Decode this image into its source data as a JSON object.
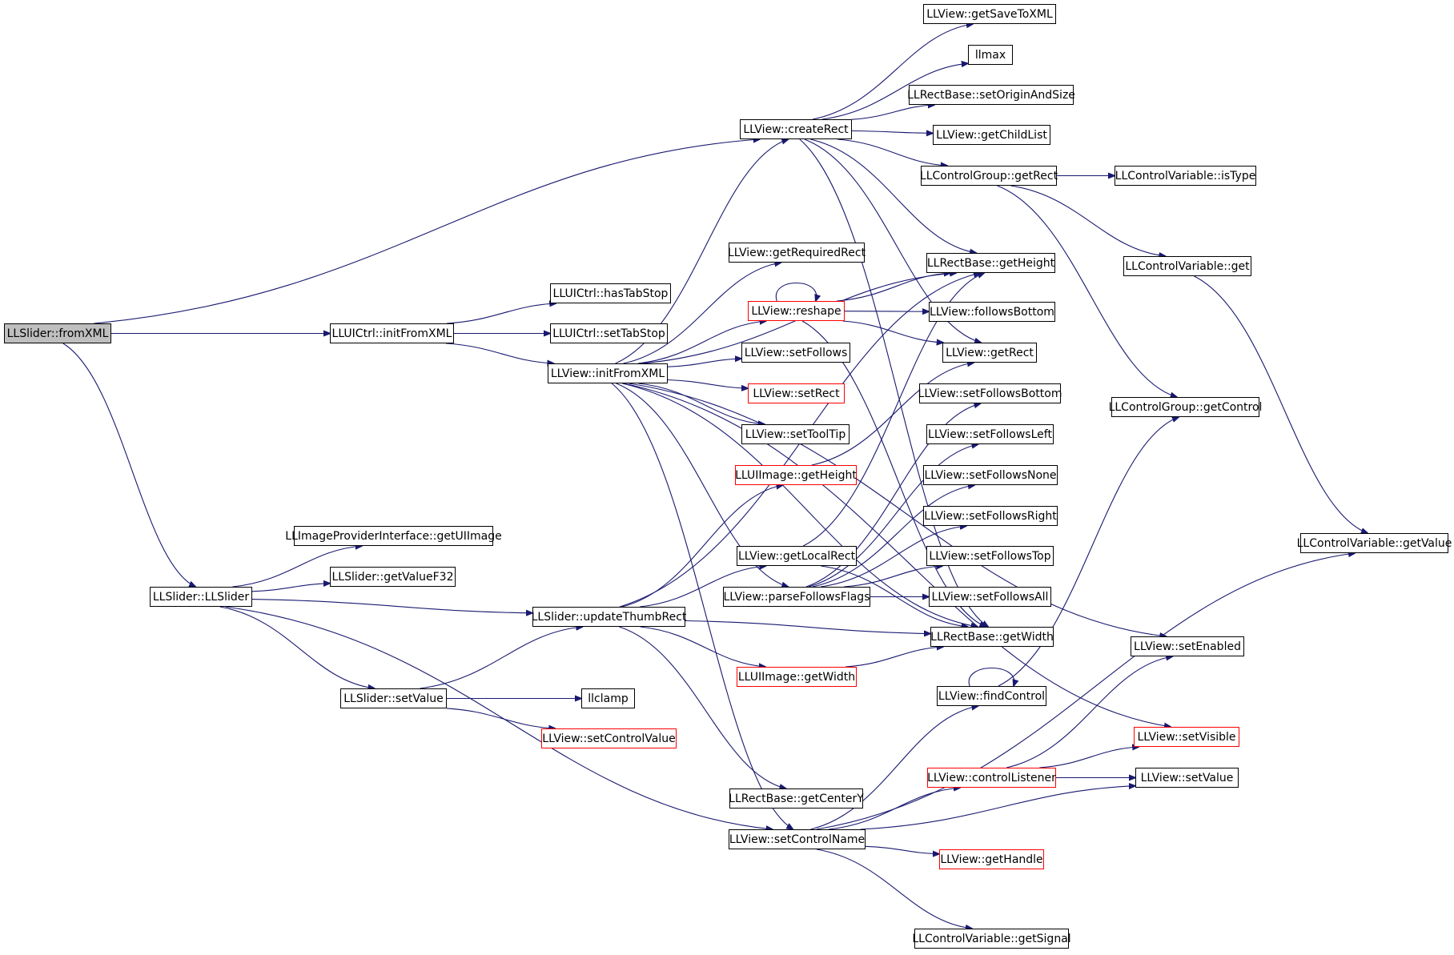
{
  "colors": {
    "edge": "#191970",
    "node_border": "#000000",
    "truncated_border": "#ff0000",
    "root_fill": "#bfbfbf"
  },
  "nodes": [
    {
      "id": "fromXML",
      "label": "LLSlider::fromXML",
      "root": true
    },
    {
      "id": "initFromXML_ui",
      "label": "LLUICtrl::initFromXML"
    },
    {
      "id": "hasTabStop",
      "label": "LLUICtrl::hasTabStop"
    },
    {
      "id": "setTabStop",
      "label": "LLUICtrl::setTabStop"
    },
    {
      "id": "initFromXML_view",
      "label": "LLView::initFromXML"
    },
    {
      "id": "createRect",
      "label": "LLView::createRect"
    },
    {
      "id": "getSaveToXML",
      "label": "LLView::getSaveToXML"
    },
    {
      "id": "llmax",
      "label": "llmax"
    },
    {
      "id": "setOriginAndSize",
      "label": "LLRectBase::setOriginAndSize"
    },
    {
      "id": "getChildList",
      "label": "LLView::getChildList"
    },
    {
      "id": "cgGetRect",
      "label": "LLControlGroup::getRect"
    },
    {
      "id": "isType",
      "label": "LLControlVariable::isType"
    },
    {
      "id": "cvGet",
      "label": "LLControlVariable::get"
    },
    {
      "id": "getRequiredRect",
      "label": "LLView::getRequiredRect"
    },
    {
      "id": "rbGetHeight",
      "label": "LLRectBase::getHeight"
    },
    {
      "id": "reshape",
      "label": "LLView::reshape",
      "red": true
    },
    {
      "id": "followsBottom",
      "label": "LLView::followsBottom"
    },
    {
      "id": "setFollows",
      "label": "LLView::setFollows"
    },
    {
      "id": "viewGetRect",
      "label": "LLView::getRect"
    },
    {
      "id": "setRect",
      "label": "LLView::setRect",
      "red": true
    },
    {
      "id": "setFollowsBottom",
      "label": "LLView::setFollowsBottom"
    },
    {
      "id": "getControl",
      "label": "LLControlGroup::getControl"
    },
    {
      "id": "setToolTip",
      "label": "LLView::setToolTip"
    },
    {
      "id": "setFollowsLeft",
      "label": "LLView::setFollowsLeft"
    },
    {
      "id": "imgGetHeight",
      "label": "LLUIImage::getHeight",
      "red": true
    },
    {
      "id": "setFollowsNone",
      "label": "LLView::setFollowsNone"
    },
    {
      "id": "setFollowsRight",
      "label": "LLView::setFollowsRight"
    },
    {
      "id": "getUIImage",
      "label": "LLImageProviderInterface::getUIImage"
    },
    {
      "id": "getValueF32",
      "label": "LLSlider::getValueF32"
    },
    {
      "id": "getLocalRect",
      "label": "LLView::getLocalRect"
    },
    {
      "id": "setFollowsTop",
      "label": "LLView::setFollowsTop"
    },
    {
      "id": "cvGetValue",
      "label": "LLControlVariable::getValue"
    },
    {
      "id": "ctor",
      "label": "LLSlider::LLSlider"
    },
    {
      "id": "parseFollowsFlags",
      "label": "LLView::parseFollowsFlags"
    },
    {
      "id": "setFollowsAll",
      "label": "LLView::setFollowsAll"
    },
    {
      "id": "updateThumbRect",
      "label": "LLSlider::updateThumbRect"
    },
    {
      "id": "rbGetWidth",
      "label": "LLRectBase::getWidth"
    },
    {
      "id": "setEnabled",
      "label": "LLView::setEnabled"
    },
    {
      "id": "imgGetWidth",
      "label": "LLUIImage::getWidth",
      "red": true
    },
    {
      "id": "sliderSetValue",
      "label": "LLSlider::setValue"
    },
    {
      "id": "llclamp",
      "label": "llclamp"
    },
    {
      "id": "findControl",
      "label": "LLView::findControl"
    },
    {
      "id": "setControlValue",
      "label": "LLView::setControlValue",
      "red": true
    },
    {
      "id": "setVisible",
      "label": "LLView::setVisible",
      "red": true
    },
    {
      "id": "controlListener",
      "label": "LLView::controlListener",
      "red": true
    },
    {
      "id": "viewSetValue",
      "label": "LLView::setValue"
    },
    {
      "id": "getCenterY",
      "label": "LLRectBase::getCenterY"
    },
    {
      "id": "setControlName",
      "label": "LLView::setControlName"
    },
    {
      "id": "getHandle",
      "label": "LLView::getHandle",
      "red": true
    },
    {
      "id": "getSignal",
      "label": "LLControlVariable::getSignal"
    }
  ],
  "edges": [
    [
      "fromXML",
      "createRect"
    ],
    [
      "fromXML",
      "initFromXML_ui"
    ],
    [
      "fromXML",
      "ctor"
    ],
    [
      "initFromXML_ui",
      "hasTabStop"
    ],
    [
      "initFromXML_ui",
      "setTabStop"
    ],
    [
      "initFromXML_ui",
      "initFromXML_view"
    ],
    [
      "createRect",
      "getSaveToXML"
    ],
    [
      "createRect",
      "llmax"
    ],
    [
      "createRect",
      "setOriginAndSize"
    ],
    [
      "createRect",
      "getChildList"
    ],
    [
      "createRect",
      "cgGetRect"
    ],
    [
      "createRect",
      "rbGetHeight"
    ],
    [
      "createRect",
      "viewGetRect"
    ],
    [
      "createRect",
      "rbGetWidth"
    ],
    [
      "cgGetRect",
      "isType"
    ],
    [
      "cgGetRect",
      "cvGet"
    ],
    [
      "cgGetRect",
      "getControl"
    ],
    [
      "cvGet",
      "cvGetValue"
    ],
    [
      "initFromXML_view",
      "createRect"
    ],
    [
      "initFromXML_view",
      "getRequiredRect"
    ],
    [
      "initFromXML_view",
      "rbGetHeight"
    ],
    [
      "initFromXML_view",
      "reshape"
    ],
    [
      "initFromXML_view",
      "setFollows"
    ],
    [
      "initFromXML_view",
      "setRect"
    ],
    [
      "initFromXML_view",
      "setToolTip"
    ],
    [
      "initFromXML_view",
      "parseFollowsFlags"
    ],
    [
      "initFromXML_view",
      "setEnabled"
    ],
    [
      "initFromXML_view",
      "rbGetWidth"
    ],
    [
      "initFromXML_view",
      "setVisible"
    ],
    [
      "initFromXML_view",
      "setControlName"
    ],
    [
      "reshape",
      "reshape"
    ],
    [
      "reshape",
      "rbGetHeight"
    ],
    [
      "reshape",
      "followsBottom"
    ],
    [
      "reshape",
      "viewGetRect"
    ],
    [
      "reshape",
      "rbGetWidth"
    ],
    [
      "parseFollowsFlags",
      "setFollowsBottom"
    ],
    [
      "parseFollowsFlags",
      "setFollowsLeft"
    ],
    [
      "parseFollowsFlags",
      "setFollowsNone"
    ],
    [
      "parseFollowsFlags",
      "setFollowsRight"
    ],
    [
      "parseFollowsFlags",
      "setFollowsTop"
    ],
    [
      "parseFollowsFlags",
      "setFollowsAll"
    ],
    [
      "getLocalRect",
      "rbGetHeight"
    ],
    [
      "getLocalRect",
      "rbGetWidth"
    ],
    [
      "imgGetHeight",
      "viewGetRect"
    ],
    [
      "imgGetWidth",
      "rbGetWidth"
    ],
    [
      "ctor",
      "getUIImage"
    ],
    [
      "ctor",
      "getValueF32"
    ],
    [
      "ctor",
      "updateThumbRect"
    ],
    [
      "ctor",
      "sliderSetValue"
    ],
    [
      "ctor",
      "setControlName"
    ],
    [
      "updateThumbRect",
      "imgGetHeight"
    ],
    [
      "updateThumbRect",
      "getLocalRect"
    ],
    [
      "updateThumbRect",
      "imgGetWidth"
    ],
    [
      "updateThumbRect",
      "getCenterY"
    ],
    [
      "updateThumbRect",
      "rbGetHeight"
    ],
    [
      "updateThumbRect",
      "rbGetWidth"
    ],
    [
      "sliderSetValue",
      "llclamp"
    ],
    [
      "sliderSetValue",
      "setControlValue"
    ],
    [
      "sliderSetValue",
      "updateThumbRect"
    ],
    [
      "setControlName",
      "findControl"
    ],
    [
      "setControlName",
      "controlListener"
    ],
    [
      "setControlName",
      "getHandle"
    ],
    [
      "setControlName",
      "getSignal"
    ],
    [
      "setControlName",
      "viewSetValue"
    ],
    [
      "setControlName",
      "cvGetValue"
    ],
    [
      "findControl",
      "findControl"
    ],
    [
      "findControl",
      "getControl"
    ],
    [
      "controlListener",
      "setEnabled"
    ],
    [
      "controlListener",
      "setVisible"
    ],
    [
      "controlListener",
      "viewSetValue"
    ]
  ]
}
